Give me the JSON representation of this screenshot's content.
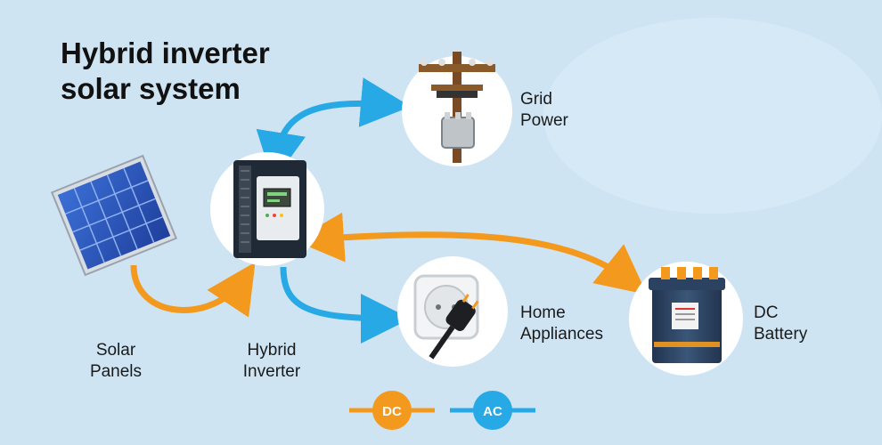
{
  "title": {
    "line1": "Hybrid inverter",
    "line2": "solar system"
  },
  "nodes": {
    "grid": {
      "line1": "Grid",
      "line2": "Power",
      "icon": "utility-pole-icon"
    },
    "panels": {
      "line1": "Solar",
      "line2": "Panels",
      "icon": "solar-panel-icon"
    },
    "inverter": {
      "line1": "Hybrid",
      "line2": "Inverter",
      "icon": "inverter-icon"
    },
    "appliances": {
      "line1": "Home",
      "line2": "Appliances",
      "icon": "wall-socket-plug-icon"
    },
    "battery": {
      "line1": "DC",
      "line2": "Battery",
      "icon": "battery-icon"
    }
  },
  "legend": {
    "dc": {
      "label": "DC",
      "color": "#f39a1e"
    },
    "ac": {
      "label": "AC",
      "color": "#27a9e6"
    }
  },
  "colors": {
    "background": "#cfe4f3",
    "dc": "#f39a1e",
    "ac": "#27a9e6"
  }
}
